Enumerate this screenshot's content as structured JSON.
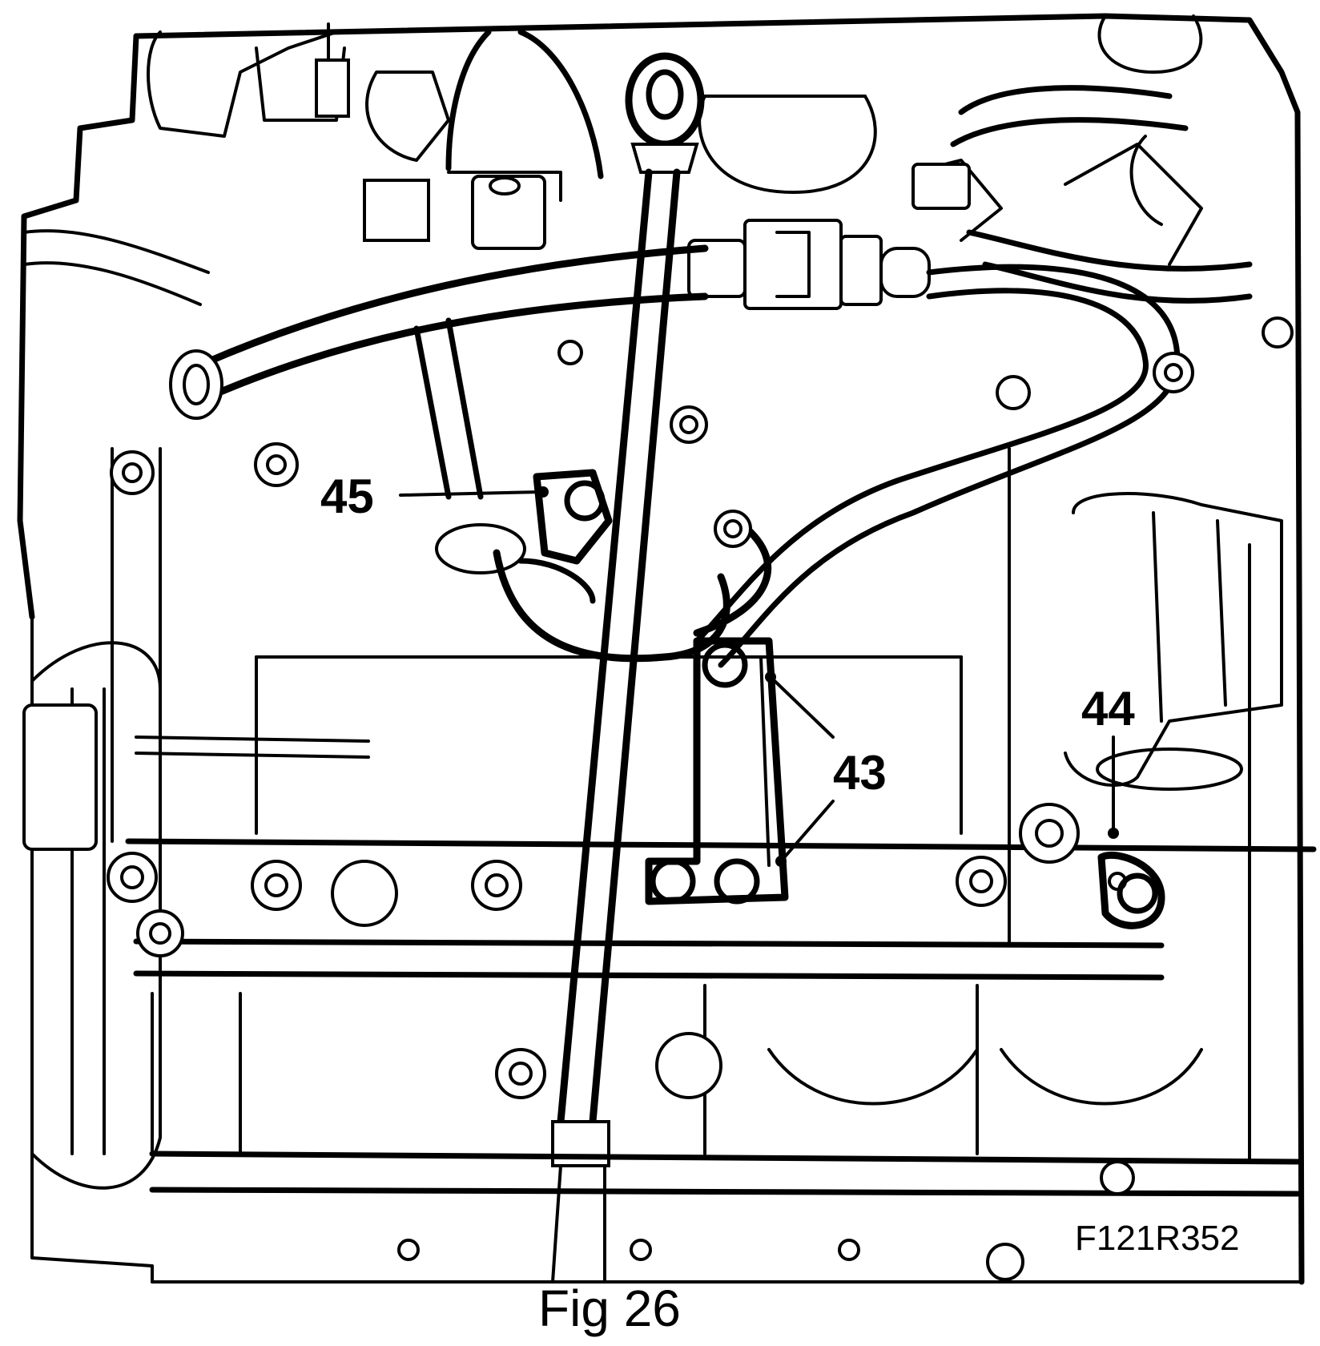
{
  "figure": {
    "callouts": [
      {
        "id": "45",
        "label": "45"
      },
      {
        "id": "43",
        "label": "43"
      },
      {
        "id": "44",
        "label": "44"
      }
    ],
    "reference_code": "F121R352",
    "caption": "Fig 26"
  },
  "colors": {
    "ink": "#000000",
    "paper": "#ffffff"
  }
}
